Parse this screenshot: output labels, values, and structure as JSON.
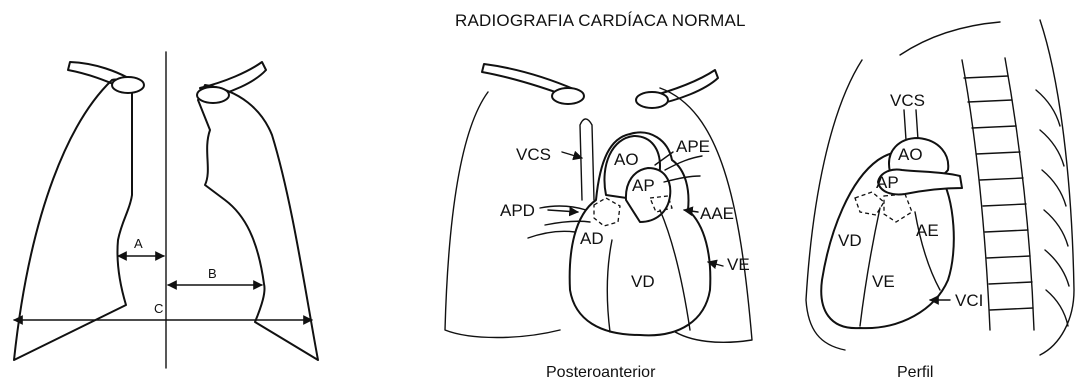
{
  "title": "RADIOGRAFIA CARDÍACA NORMAL",
  "panel_left": {
    "labels": {
      "a": "A",
      "b": "B",
      "c": "C"
    }
  },
  "panel_pa": {
    "caption": "Posteroanterior",
    "labels": {
      "vcs": "VCS",
      "ao": "AO",
      "ape": "APE",
      "ap": "AP",
      "apd": "APD",
      "aae": "AAE",
      "ad": "AD",
      "vd": "VD",
      "ve": "VE"
    }
  },
  "panel_lat": {
    "caption": "Perfil",
    "labels": {
      "vcs": "VCS",
      "ao": "AO",
      "ap": "AP",
      "vd": "VD",
      "ae": "AE",
      "ve": "VE",
      "vci": "VCI"
    }
  }
}
